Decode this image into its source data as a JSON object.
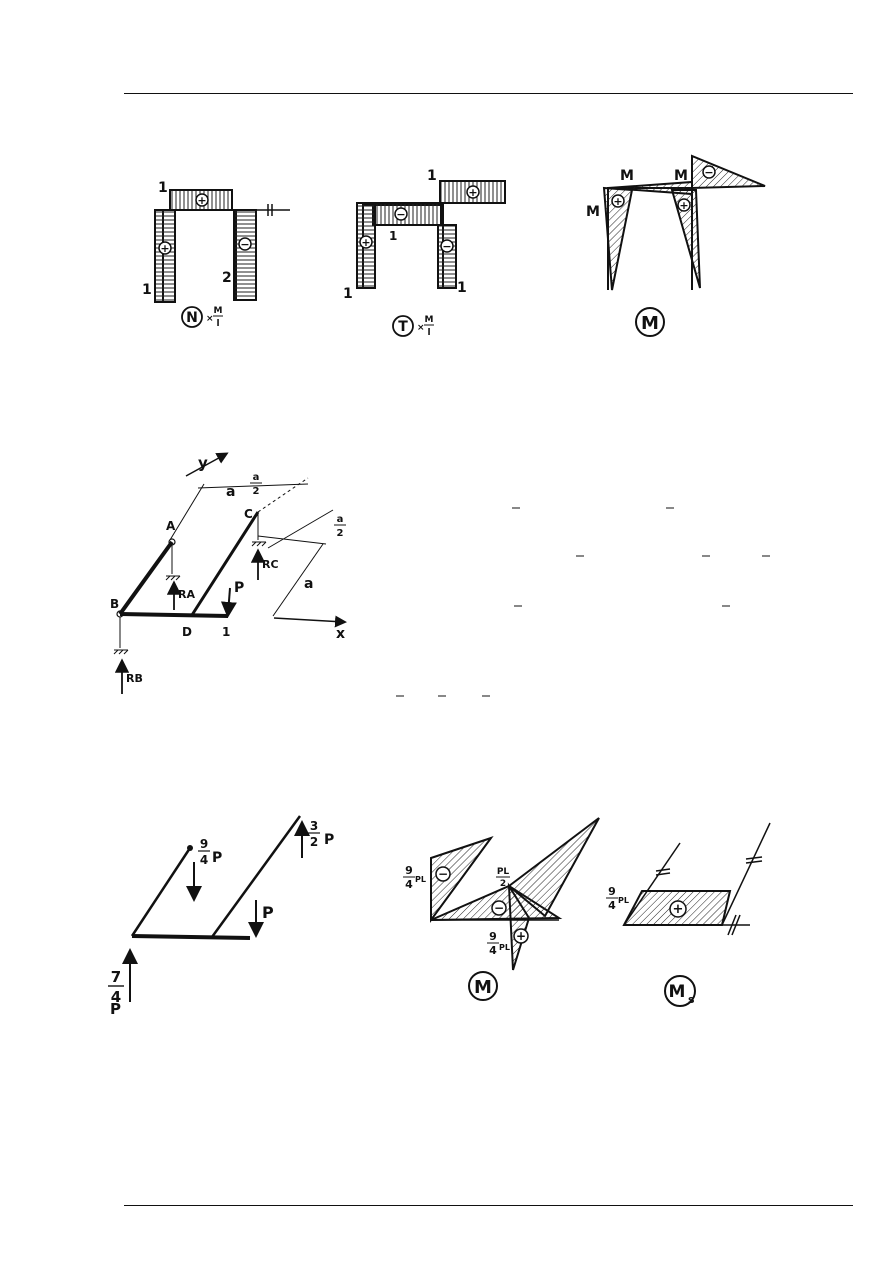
{
  "diagram1": {
    "N": {
      "label_top_left": "1",
      "label_bottom_left": "1",
      "label_bottom_right": "2",
      "signs": [
        "+",
        "+",
        "−"
      ],
      "caption_letter": "N",
      "caption_factor_num": "M",
      "caption_factor_den": "l"
    },
    "T": {
      "label_top": "1",
      "label_mid": "1",
      "label_bottom_left": "1",
      "label_bottom_right": "1",
      "signs": [
        "+",
        "−",
        "+",
        "−"
      ],
      "caption_letter": "T",
      "caption_factor_num": "M",
      "caption_factor_den": "l"
    },
    "M": {
      "labels": [
        "M",
        "M",
        "M"
      ],
      "signs": [
        "−",
        "+",
        "+"
      ],
      "caption_letter": "M"
    }
  },
  "diagram2": {
    "axis_y": "y",
    "axis_x": "x",
    "dim_a": "a",
    "dim_half_num": "a",
    "dim_half_den": "2",
    "dim_half2_num": "a",
    "dim_half2_den": "2",
    "dim_a2": "a",
    "points": {
      "A": "A",
      "B": "B",
      "C": "C",
      "D": "D",
      "one": "1"
    },
    "reactions": {
      "RA": "RA",
      "RB": "RB",
      "RC": "RC"
    },
    "load": "P"
  },
  "diagram3": {
    "load_94_num": "9",
    "load_94_den": "4",
    "load_94_p": "P",
    "load_32_num": "3",
    "load_32_den": "2",
    "load_32_p": "P",
    "load_p": "P",
    "load_74_num": "7",
    "load_74_den": "4",
    "load_74_p": "P"
  },
  "diagram4": {
    "label_94pl_num": "9",
    "label_94pl_den": "4",
    "label_94pl_suffix": "PL",
    "label_pl2_num": "PL",
    "label_pl2_den": "2",
    "label_94pl2_num": "9",
    "label_94pl2_den": "4",
    "label_94pl2_suffix": "PL",
    "signs": [
      "−",
      "−",
      "+"
    ],
    "caption_letter": "M"
  },
  "diagram5": {
    "label_num": "9",
    "label_den": "4",
    "label_suffix": "PL",
    "sign": "+",
    "caption_letter": "M",
    "caption_sub": "s"
  }
}
